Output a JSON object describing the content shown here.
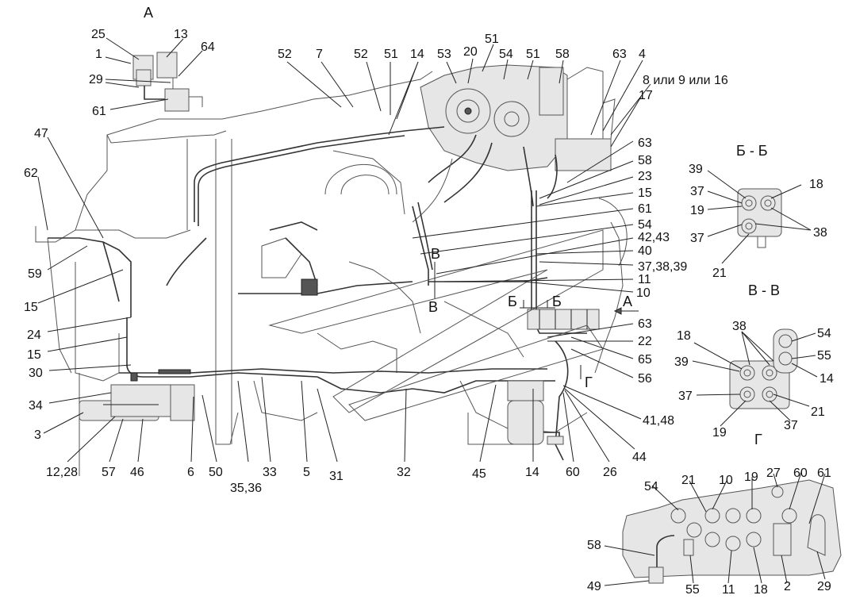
{
  "views": {
    "a": "A",
    "bb": "Б - Б",
    "vv": "В - В",
    "g": "Г"
  },
  "markers": {
    "v_top": "В",
    "v_bottom": "В",
    "b_left": "Б",
    "b_right": "Б",
    "a_arrow": "A",
    "g_arrow": "Г"
  },
  "callouts": {
    "a_25": "25",
    "a_13": "13",
    "a_1": "1",
    "a_64": "64",
    "a_29": "29",
    "a_61": "61",
    "top_52a": "52",
    "top_7": "7",
    "top_52b": "52",
    "top_51a": "51",
    "top_14": "14",
    "top_53": "53",
    "top_20": "20",
    "top_51b": "51",
    "top_54": "54",
    "top_51c": "51",
    "top_58": "58",
    "top_63": "63",
    "top_4": "4",
    "top_8_9_16": "8 или 9 или 16",
    "top_17": "17",
    "left_47": "47",
    "left_62": "62",
    "left_59": "59",
    "left_15a": "15",
    "left_24": "24",
    "left_15b": "15",
    "left_30": "30",
    "left_34": "34",
    "left_3": "3",
    "bot_12_28": "12,28",
    "bot_57": "57",
    "bot_46": "46",
    "bot_6": "6",
    "bot_50": "50",
    "bot_35_36": "35,36",
    "bot_33": "33",
    "bot_5": "5",
    "bot_31": "31",
    "bot_32": "32",
    "bot_45": "45",
    "bot_14": "14",
    "bot_60": "60",
    "bot_26": "26",
    "bot_44": "44",
    "r_63a": "63",
    "r_58": "58",
    "r_23": "23",
    "r_15": "15",
    "r_61": "61",
    "r_54": "54",
    "r_42_43": "42,43",
    "r_40": "40",
    "r_37_38_39": "37,38,39",
    "r_11": "11",
    "r_10": "10",
    "r_63b": "63",
    "r_22": "22",
    "r_65": "65",
    "r_56": "56",
    "r_41_48": "41,48",
    "bb_39": "39",
    "bb_18": "18",
    "bb_37a": "37",
    "bb_19": "19",
    "bb_37b": "37",
    "bb_38": "38",
    "bb_21": "21",
    "vv_38": "38",
    "vv_54": "54",
    "vv_18": "18",
    "vv_55": "55",
    "vv_39": "39",
    "vv_14": "14",
    "vv_37a": "37",
    "vv_21": "21",
    "vv_19": "19",
    "vv_37b": "37",
    "g_54": "54",
    "g_21": "21",
    "g_10": "10",
    "g_19": "19",
    "g_27": "27",
    "g_60": "60",
    "g_61": "61",
    "g_58": "58",
    "g_49": "49",
    "g_55": "55",
    "g_11": "11",
    "g_18": "18",
    "g_2": "2",
    "g_29": "29"
  }
}
